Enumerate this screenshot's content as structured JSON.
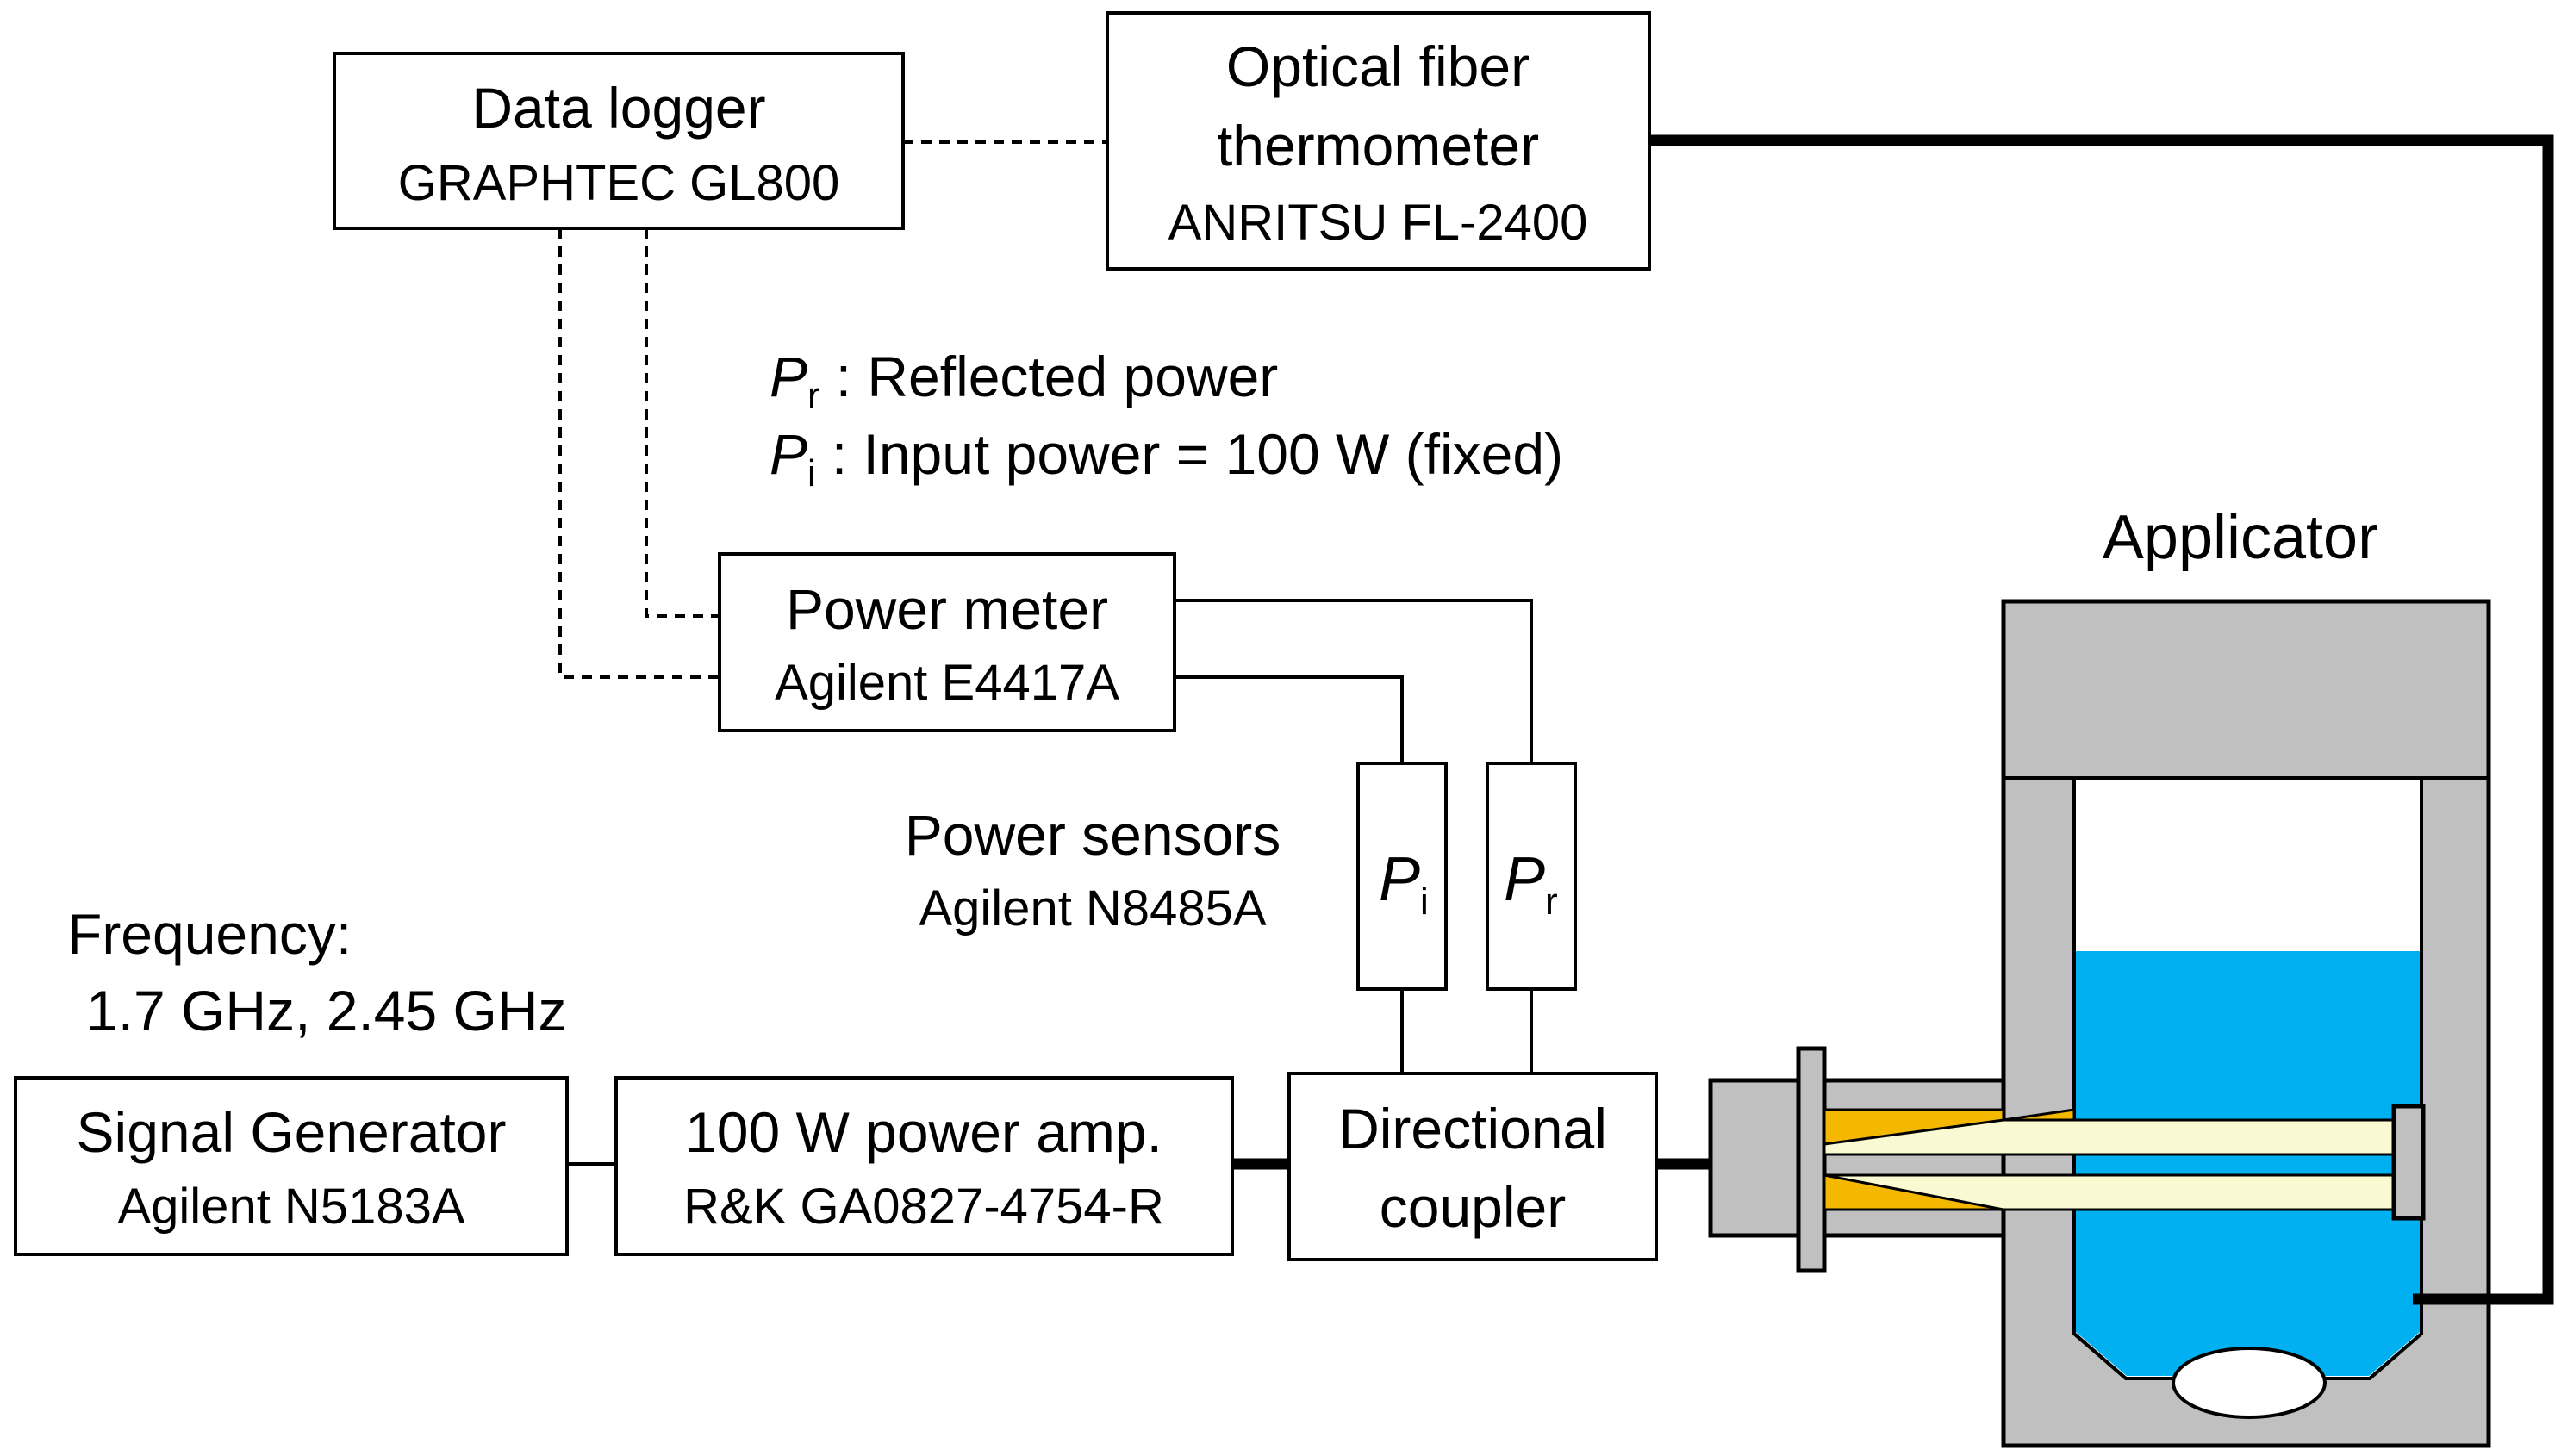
{
  "data_logger": {
    "title": "Data logger",
    "model": "GRAPHTEC GL800"
  },
  "thermometer": {
    "title_line1": "Optical fiber",
    "title_line2": "thermometer",
    "model": "ANRITSU FL-2400"
  },
  "legend": {
    "pr_symbol": "P",
    "pr_subscript": "r",
    "pr_text": ": Reflected power",
    "pi_symbol": "P",
    "pi_subscript": "i",
    "pi_text": ": Input power = 100 W (fixed)"
  },
  "power_meter": {
    "title": "Power meter",
    "model": "Agilent E4417A"
  },
  "power_sensors": {
    "title": "Power sensors",
    "model": "Agilent N8485A"
  },
  "sensor_pi": {
    "symbol": "P",
    "subscript": "i"
  },
  "sensor_pr": {
    "symbol": "P",
    "subscript": "r"
  },
  "frequency": {
    "label": "Frequency:",
    "values": "1.7 GHz, 2.45 GHz"
  },
  "signal_generator": {
    "title": "Signal Generator",
    "model": "Agilent N5183A"
  },
  "amplifier": {
    "title": "100 W power amp.",
    "model": "R&K GA0827-4754-R"
  },
  "coupler": {
    "title_line1": "Directional",
    "title_line2": "coupler"
  },
  "applicator": {
    "label": "Applicator"
  },
  "colors": {
    "water": "#00b0f0",
    "metal": "#c0c0c0",
    "tape": "#f5b800",
    "rod": "#fafad2"
  }
}
